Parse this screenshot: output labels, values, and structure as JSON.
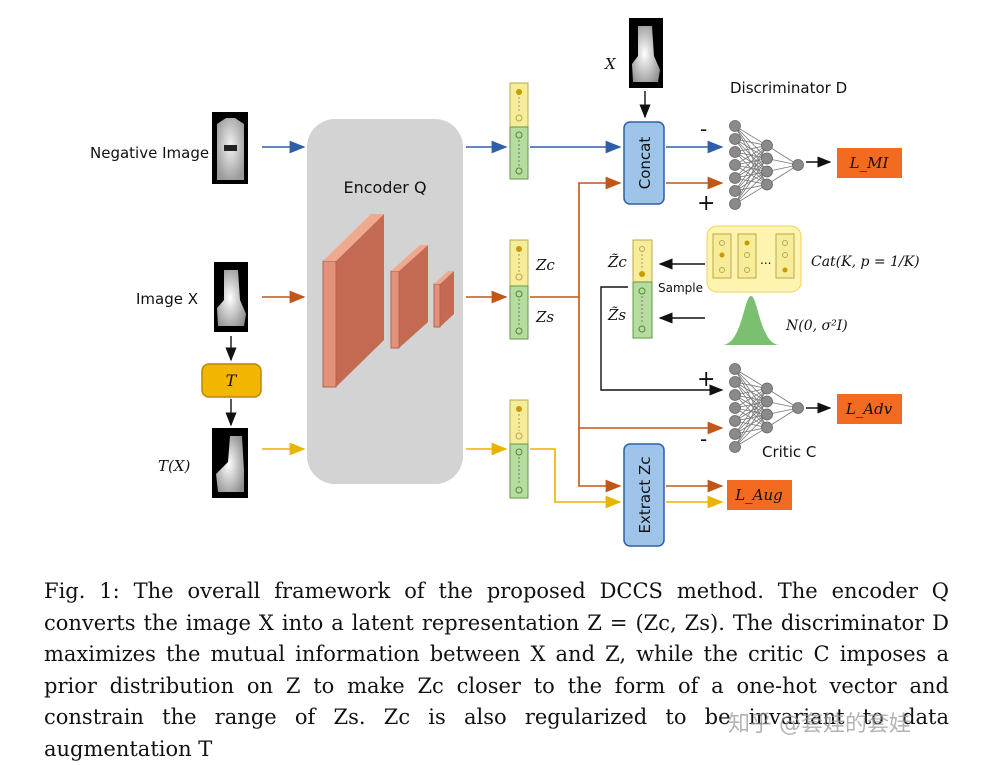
{
  "diagram": {
    "inputs": {
      "negative_image": "Negative Image",
      "image_x": "Image X",
      "t_box": "T",
      "t_of_x": "T(X)",
      "x_top": "X"
    },
    "encoder": "Encoder Q",
    "latent": {
      "zc": "Zc",
      "zs": "Zs"
    },
    "concat": "Concat",
    "discriminator": "Discriminator D",
    "sign_minus_top": "-",
    "sign_plus_top": "+",
    "sample": "Sample",
    "tilde_zc": "Z̃c",
    "tilde_zs": "Z̃s",
    "ellipsis": "...",
    "categorical": "Cat(K, p = 1/K)",
    "normal": "N(0, σ²I)",
    "sign_plus_critic": "+",
    "sign_minus_critic": "-",
    "critic": "Critic C",
    "extract": "Extract Zc",
    "loss_mi": "L_MI",
    "loss_adv": "L_Adv",
    "loss_aug": "L_Aug"
  },
  "caption": "Fig. 1: The overall framework of the proposed DCCS method. The encoder Q converts the image X into a latent representation Z = (Zc, Zs). The discriminator D maximizes the mutual information between X and Z, while the critic C imposes a prior distribution on Z to make Zc closer to the form of a one-hot vector and constrain the range of Zs. Zc is also regularized to be invariant to data augmentation T",
  "watermark": "知乎 @套娃的套娃",
  "colors": {
    "blue_arrow": "#2e5fa8",
    "orange_arrow": "#c0561a",
    "yellow_arrow": "#e8b400",
    "encoder_bg": "#d3d3d3",
    "layer_fill": "#e3917a",
    "latent_yellow": "#f6ec9a",
    "latent_green": "#b7dca0",
    "box_blue": "#9ec4ea",
    "box_gold": "#f2b600",
    "loss_orange": "#f36a21",
    "node_gray": "#8a8a8a",
    "normal_green": "#7ac070"
  }
}
